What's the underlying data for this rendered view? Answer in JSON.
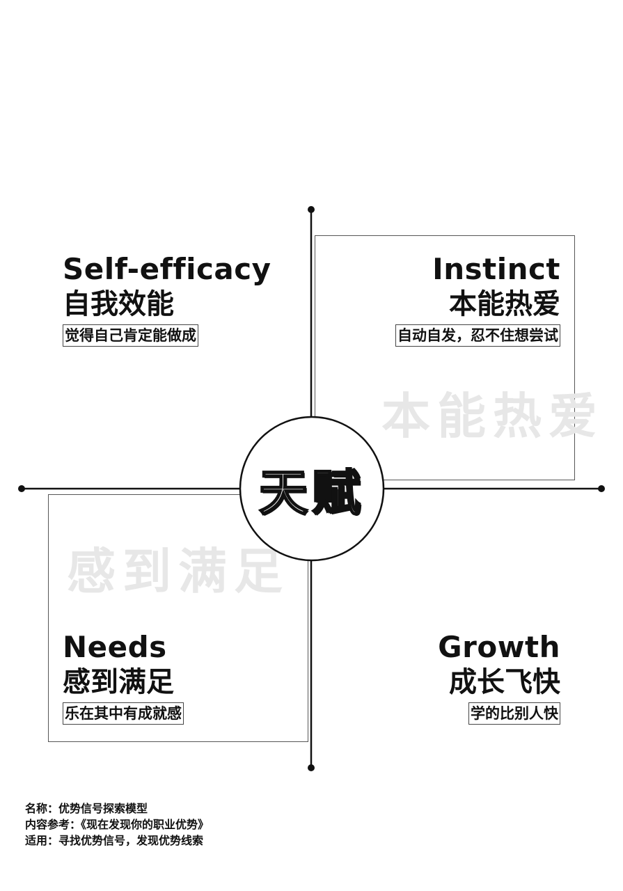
{
  "center": {
    "title": "天赋"
  },
  "quadrants": {
    "top_left": {
      "en": "Self-efficacy",
      "cn": "自我效能",
      "desc": "觉得自己肯定能做成"
    },
    "top_right": {
      "en": "Instinct",
      "cn": "本能热爱",
      "desc": "自动自发，忍不住想尝试"
    },
    "bottom_left": {
      "en": "Needs",
      "cn": "感到满足",
      "desc": "乐在其中有成就感"
    },
    "bottom_right": {
      "en": "Growth",
      "cn": "成长飞快",
      "desc": "学的比别人快"
    }
  },
  "watermarks": {
    "top_right": "本能热爱",
    "bottom_left": "感到满足"
  },
  "footer": {
    "name_label": "名称：",
    "name_value": "优势信号探索模型",
    "ref_label": "内容参考：",
    "ref_value": "《现在发现你的职业优势》",
    "use_label": "适用：",
    "use_value": "寻找优势信号，发现优势线索"
  },
  "colors": {
    "line": "#111111",
    "watermark": "#e7e7e7",
    "background": "#ffffff"
  }
}
